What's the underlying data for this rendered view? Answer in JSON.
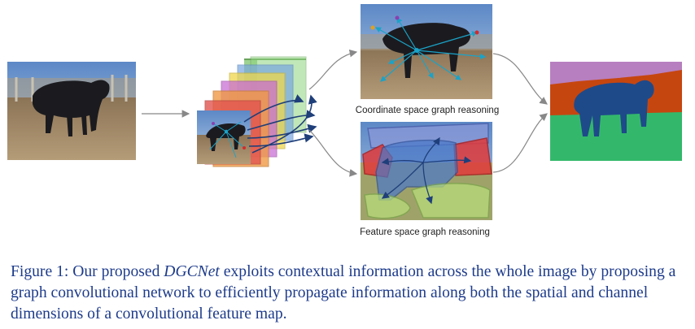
{
  "figure": {
    "labels": {
      "coordinate": "Coordinate space graph reasoning",
      "feature": "Feature space graph reasoning"
    }
  },
  "caption": {
    "prefix": "Figure 1: Our proposed ",
    "method": "DGCNet",
    "body": " exploits contextual information across the whole image by proposing a graph convolutional network to efficiently propagate information along both the spatial and channel dimensions of a convolutional feature map."
  },
  "colors": {
    "caption_text": "#1d3b8b",
    "arrow": "#888888",
    "graph_edge": "#1f3f7a",
    "seg_sky": "#b77fbf",
    "seg_hill": "#c6460f",
    "seg_ground": "#33b86b",
    "seg_cow": "#1e4a8a"
  }
}
